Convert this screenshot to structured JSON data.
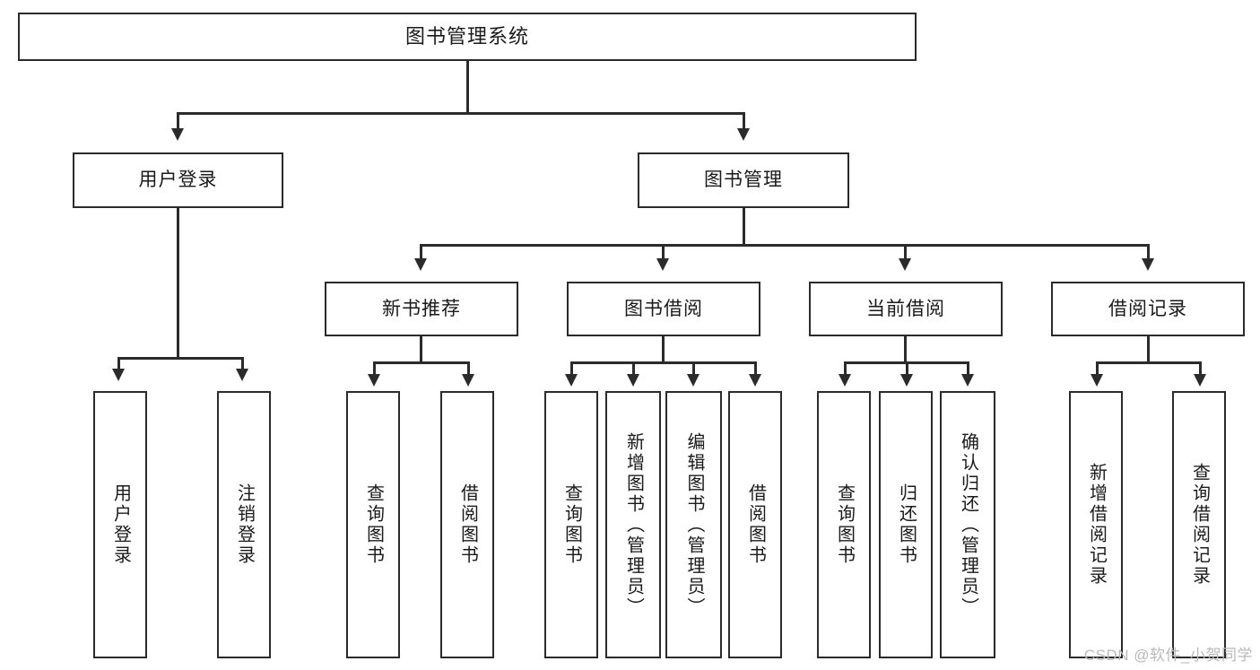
{
  "diagram": {
    "type": "tree-hierarchy-chart",
    "title_text": "图书管理系统",
    "nodes": {
      "root": {
        "label": "图书管理系统"
      },
      "level2": [
        {
          "id": "user-login",
          "label": "用户登录"
        },
        {
          "id": "book-management",
          "label": "图书管理"
        }
      ],
      "level3": [
        {
          "id": "new-book-recommend",
          "label": "新书推荐"
        },
        {
          "id": "book-borrow",
          "label": "图书借阅"
        },
        {
          "id": "current-borrow",
          "label": "当前借阅"
        },
        {
          "id": "borrow-record",
          "label": "借阅记录"
        }
      ],
      "leaves": {
        "user_login": [
          {
            "id": "leaf-user-login",
            "label": "用户登录"
          },
          {
            "id": "leaf-logout-login",
            "label": "注销登录"
          }
        ],
        "new_book_recommend": [
          {
            "id": "leaf-query-book-1",
            "label": "查询图书"
          },
          {
            "id": "leaf-borrow-book-1",
            "label": "借阅图书"
          }
        ],
        "book_borrow": [
          {
            "id": "leaf-query-book-2",
            "label": "查询图书"
          },
          {
            "id": "leaf-add-book-admin",
            "label": "新增图书（管理员）"
          },
          {
            "id": "leaf-edit-book-admin",
            "label": "编辑图书（管理员）"
          },
          {
            "id": "leaf-borrow-book-2",
            "label": "借阅图书"
          }
        ],
        "current_borrow": [
          {
            "id": "leaf-query-book-3",
            "label": "查询图书"
          },
          {
            "id": "leaf-return-book",
            "label": "归还图书"
          },
          {
            "id": "leaf-confirm-return-admin",
            "label": "确认归还（管理员）"
          }
        ],
        "borrow_record": [
          {
            "id": "leaf-add-borrow-record",
            "label": "新增借阅记录"
          },
          {
            "id": "leaf-query-borrow-record",
            "label": "查询借阅记录"
          }
        ]
      }
    },
    "watermark": "CSDN @软件_小贺同学",
    "colors": {
      "stroke": "#2b2b2b",
      "fill": "#ffffff",
      "text": "#1a1a1a",
      "watermark": "#b9b9b9"
    }
  }
}
